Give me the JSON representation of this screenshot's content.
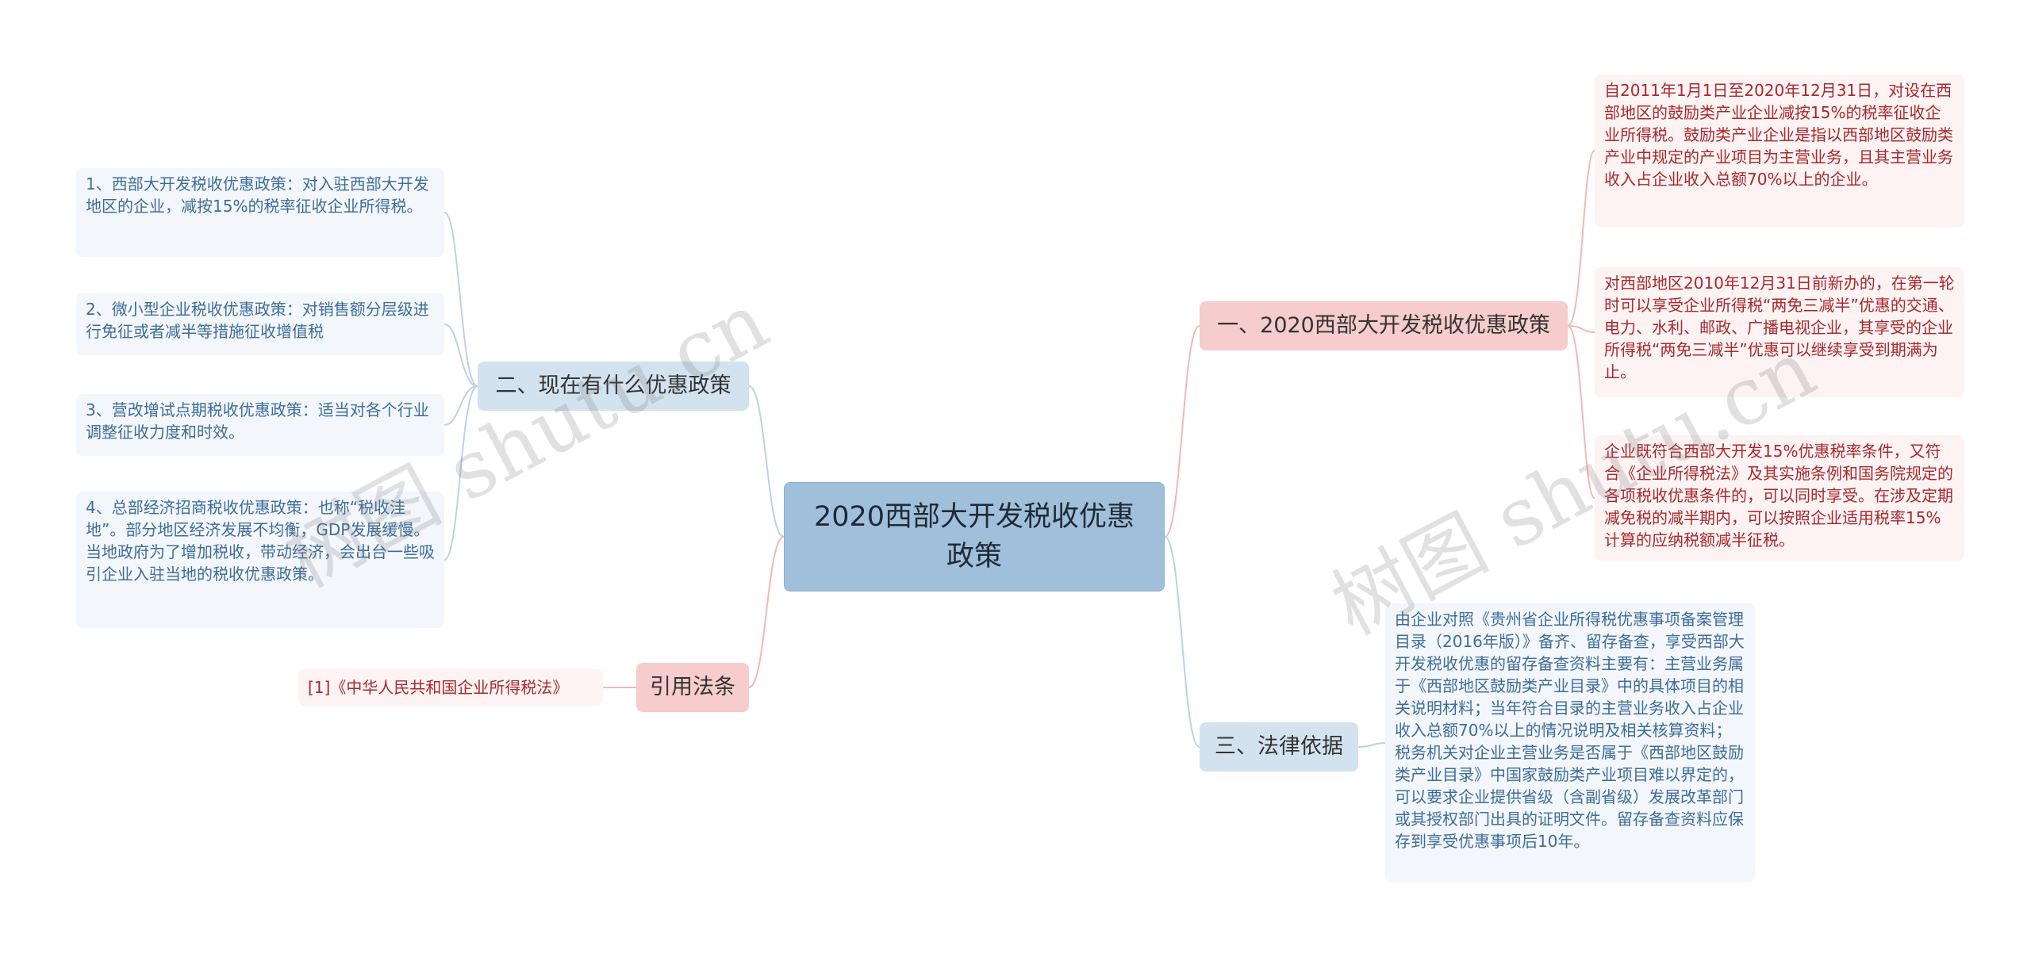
{
  "root": {
    "title": "2020西部大开发税收优惠政策"
  },
  "left": {
    "current_policies": {
      "label": "二、现在有什么优惠政策",
      "items": [
        "1、西部大开发税收优惠政策：对入驻西部大开发地区的企业，减按15%的税率征收企业所得税。",
        "2、微小型企业税收优惠政策：对销售额分层级进行免征或者减半等措施征收增值税",
        "3、营改增试点期税收优惠政策：适当对各个行业调整征收力度和时效。",
        "4、总部经济招商税收优惠政策：也称“税收洼地”。部分地区经济发展不均衡，GDP发展缓慢。当地政府为了增加税收，带动经济，会出台一些吸引企业入驻当地的税收优惠政策。"
      ]
    },
    "citations": {
      "label": "引用法条",
      "items": [
        "[1]《中华人民共和国企业所得税法》"
      ]
    }
  },
  "right": {
    "policy_2020": {
      "label": "一、2020西部大开发税收优惠政策",
      "items": [
        "自2011年1月1日至2020年12月31日，对设在西部地区的鼓励类产业企业减按15%的税率征收企业所得税。鼓励类产业企业是指以西部地区鼓励类产业中规定的产业项目为主营业务，且其主营业务收入占企业收入总额70%以上的企业。",
        "对西部地区2010年12月31日前新办的，在第一轮时可以享受企业所得税“两免三减半”优惠的交通、电力、水利、邮政、广播电视企业，其享受的企业所得税“两免三减半”优惠可以继续享受到期满为止。",
        "企业既符合西部大开发15%优惠税率条件，又符合《企业所得税法》及其实施条例和国务院规定的各项税收优惠条件的，可以同时享受。在涉及定期减免税的减半期内，可以按照企业适用税率15%计算的应纳税额减半征税。"
      ]
    },
    "legal_basis": {
      "label": "三、法律依据",
      "items": [
        "由企业对照《贵州省企业所得税优惠事项备案管理目录（2016年版）》备齐、留存备查，享受西部大开发税收优惠的留存备查资料主要有：主营业务属于《西部地区鼓励类产业目录》中的具体项目的相关说明材料；当年符合目录的主营业务收入占企业收入总额70%以上的情况说明及相关核算资料；税务机关对企业主营业务是否属于《西部地区鼓励类产业目录》中国家鼓励类产业项目难以界定的，可以要求企业提供省级（含副省级）发展改革部门或其授权部门出具的证明文件。留存备查资料应保存到享受优惠事项后10年。"
      ]
    }
  },
  "watermarks": [
    "树图 shutu.cn",
    "树图 shutu.cn"
  ],
  "colors": {
    "root_fill": "#9fbfdb",
    "pink_branch": "#f6cccc",
    "blue_branch": "#d3e2ef",
    "pink_text": "#a8282e",
    "blue_text": "#3e6d99",
    "pink_line": "#f2b8b8",
    "blue_line": "#bcd2e6"
  }
}
